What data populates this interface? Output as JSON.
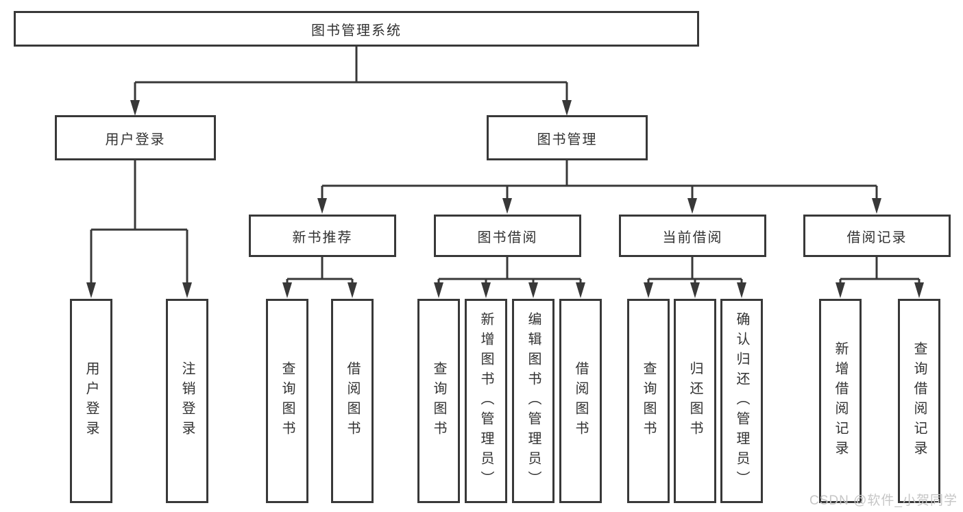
{
  "tree": {
    "label": "图书管理系统",
    "children": [
      {
        "label": "用户登录",
        "children": [
          {
            "label": "用户登录"
          },
          {
            "label": "注销登录"
          }
        ]
      },
      {
        "label": "图书管理",
        "children": [
          {
            "label": "新书推荐",
            "children": [
              {
                "label": "查询图书"
              },
              {
                "label": "借阅图书"
              }
            ]
          },
          {
            "label": "图书借阅",
            "children": [
              {
                "label": "查询图书"
              },
              {
                "label": "新增图书（管理员）"
              },
              {
                "label": "编辑图书（管理员）"
              },
              {
                "label": "借阅图书"
              }
            ]
          },
          {
            "label": "当前借阅",
            "children": [
              {
                "label": "查询图书"
              },
              {
                "label": "归还图书"
              },
              {
                "label": "确认归还（管理员）"
              }
            ]
          },
          {
            "label": "借阅记录",
            "children": [
              {
                "label": "新增借阅记录"
              },
              {
                "label": "查询借阅记录"
              }
            ]
          }
        ]
      }
    ]
  },
  "watermark": {
    "text": "CSDN @软件_小贺同学"
  },
  "colors": {
    "line": "#383838",
    "text": "#323232",
    "box_fill": "#ffffff",
    "background": "#ffffff",
    "watermark": "#c6c6c6"
  }
}
